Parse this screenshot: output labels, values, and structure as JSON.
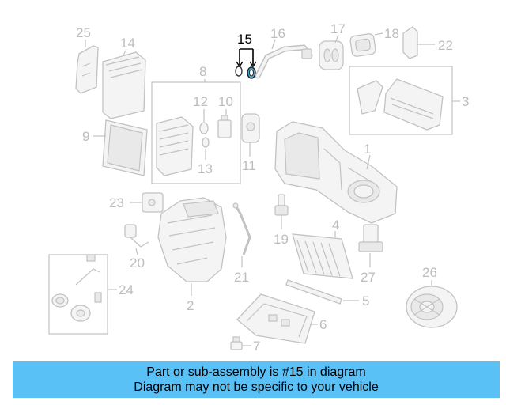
{
  "diagram": {
    "callouts": {
      "c1": "1",
      "c2": "2",
      "c3": "3",
      "c4": "4",
      "c5": "5",
      "c6": "6",
      "c7": "7",
      "c8": "8",
      "c9": "9",
      "c10": "10",
      "c11": "11",
      "c12": "12",
      "c13": "13",
      "c14": "14",
      "c15": "15",
      "c16": "16",
      "c17": "17",
      "c18": "18",
      "c19": "19",
      "c20": "20",
      "c21": "21",
      "c22": "22",
      "c23": "23",
      "c24": "24",
      "c25": "25",
      "c26": "26",
      "c27": "27"
    },
    "highlighted_part": "15",
    "highlight_color": "#4aa8d8",
    "line_color": "#c2c2c2"
  },
  "banner": {
    "line1": "Part or sub-assembly is #15 in diagram",
    "line2": "Diagram may not be specific to your vehicle",
    "background": "#5ac1f7"
  }
}
